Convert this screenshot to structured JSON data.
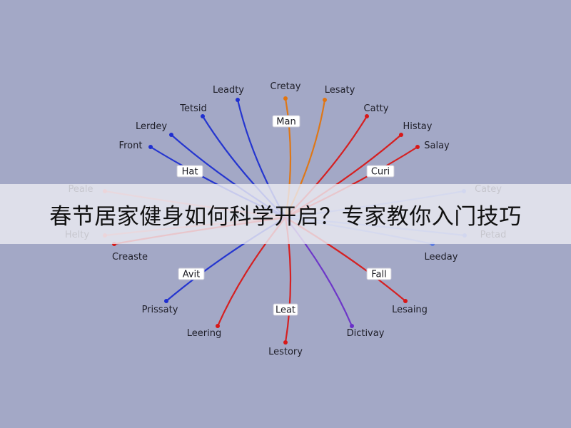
{
  "banner": {
    "title": "春节居家健身如何科学开启？专家教你入门技巧"
  },
  "colors": {
    "background": "#a3a8c6",
    "blue": "#1f2fd0",
    "orange": "#e2740e",
    "red": "#d81818",
    "purple": "#6a30c8",
    "pink": "#e87070",
    "lightblue": "#5d7ce0"
  },
  "diagram": {
    "hub_label": "",
    "nodes": [
      {
        "id": "man",
        "label": "Man"
      },
      {
        "id": "hat",
        "label": "Hat"
      },
      {
        "id": "curi",
        "label": "Curi"
      },
      {
        "id": "avit",
        "label": "Avit"
      },
      {
        "id": "fall",
        "label": "Fall"
      },
      {
        "id": "leat",
        "label": "Leat"
      }
    ],
    "leaves": [
      {
        "id": "leadty",
        "label": "Leadty"
      },
      {
        "id": "cretay",
        "label": "Cretay"
      },
      {
        "id": "lesaty",
        "label": "Lesaty"
      },
      {
        "id": "tetsid",
        "label": "Tetsid"
      },
      {
        "id": "catty",
        "label": "Catty"
      },
      {
        "id": "lerdey",
        "label": "Lerdey"
      },
      {
        "id": "histay",
        "label": "Histay"
      },
      {
        "id": "front",
        "label": "Front"
      },
      {
        "id": "salay",
        "label": "Salay"
      },
      {
        "id": "peale",
        "label": "Peale"
      },
      {
        "id": "catey",
        "label": "Catey"
      },
      {
        "id": "helty",
        "label": "Helty"
      },
      {
        "id": "petad",
        "label": "Petad"
      },
      {
        "id": "creaste",
        "label": "Creaste"
      },
      {
        "id": "leeday",
        "label": "Leeday"
      },
      {
        "id": "prissaty",
        "label": "Prissaty"
      },
      {
        "id": "lesaing",
        "label": "Lesaing"
      },
      {
        "id": "leering",
        "label": "Leering"
      },
      {
        "id": "dictivay",
        "label": "Dictivay"
      },
      {
        "id": "lestory",
        "label": "Lestory"
      }
    ]
  }
}
